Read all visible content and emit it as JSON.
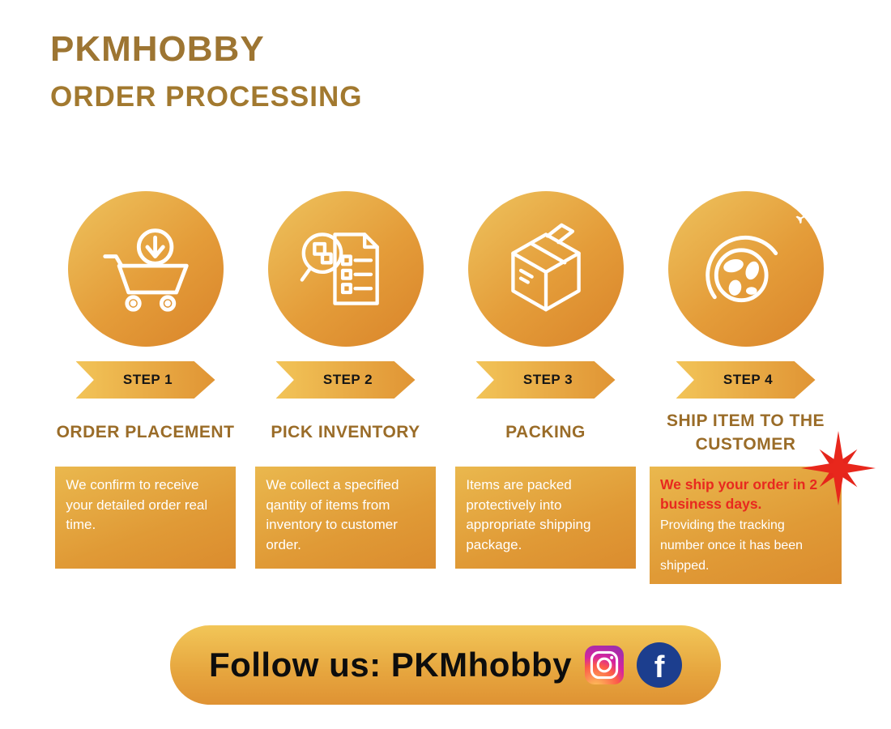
{
  "header": {
    "brand": "PKMHOBBY",
    "title": "ORDER PROCESSING"
  },
  "steps": [
    {
      "badge": "STEP 1",
      "title": "ORDER PLACEMENT",
      "description": "We confirm to receive your detailed order real time.",
      "icon": "cart-download-icon"
    },
    {
      "badge": "STEP 2",
      "title": "PICK INVENTORY",
      "description": "We collect a specified qantity of items from inventory to customer order.",
      "icon": "inventory-checklist-icon"
    },
    {
      "badge": "STEP 3",
      "title": "PACKING",
      "description": "Items are packed protectively into appropriate shipping package.",
      "icon": "packing-box-icon"
    },
    {
      "badge": "STEP 4",
      "title": "SHIP ITEM TO THE CUSTOMER",
      "description_highlight": "We ship your order in 2 business days.",
      "description_rest": "Providing the tracking number once it has been shipped.",
      "icon": "globe-airplane-icon"
    }
  ],
  "footer": {
    "label": "Follow us: PKMhobby",
    "social": [
      "instagram-icon",
      "facebook-icon"
    ]
  },
  "colors": {
    "brand_brown": "#9d7532",
    "step_title_brown": "#9a6c28",
    "gold_gradient_start": "#eec35e",
    "gold_gradient_end": "#d9842a",
    "highlight_red": "#e8291f",
    "facebook_blue": "#1c3e8e",
    "background": "#ffffff"
  }
}
